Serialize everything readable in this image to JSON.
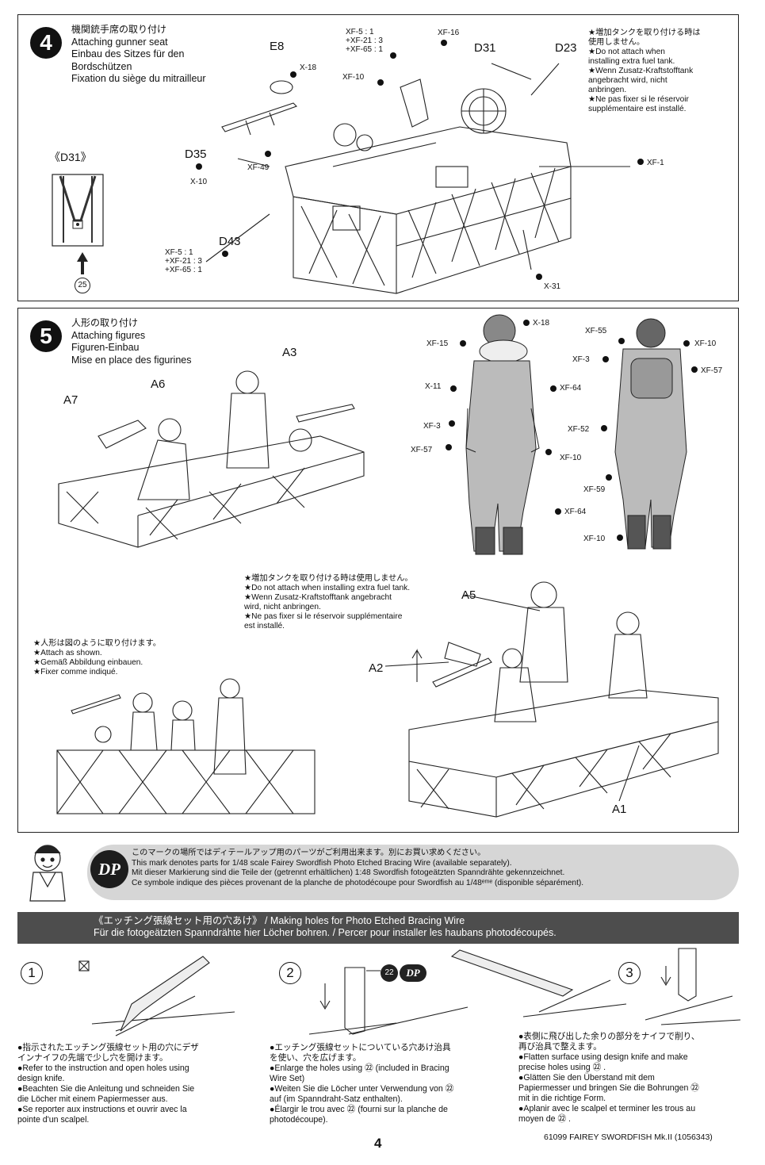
{
  "step4": {
    "number": "4",
    "title_jp": "機関銃手席の取り付け",
    "title_en": "Attaching gunner seat",
    "title_de1": "Einbau des Sitzes für den",
    "title_de2": "Bordschützen",
    "title_fr": "Fixation du siège du mitrailleur",
    "detail_label": "《D31》",
    "detail_ref": "25",
    "parts": {
      "e8": "E8",
      "d31": "D31",
      "d23": "D23",
      "d35": "D35",
      "d43": "D43"
    },
    "paint": {
      "xf5_mix_1": "XF-5 : 1",
      "xf21_mix_1": "+XF-21 : 3",
      "xf65_mix_1": "+XF-65 : 1",
      "xf16": "XF-16",
      "xf10": "XF-10",
      "x18": "X-18",
      "xf49": "XF-49",
      "x10": "X-10",
      "xf1": "XF-1",
      "x31": "X-31",
      "xf5_mix_2": "XF-5 : 1",
      "xf21_mix_2": "+XF-21 : 3",
      "xf65_mix_2": "+XF-65 : 1"
    },
    "note": [
      "★増加タンクを取り付ける時は",
      "使用しません。",
      "★Do not attach when",
      "installing extra fuel tank.",
      "★Wenn Zusatz-Kraftstofftank",
      "angebracht wird, nicht",
      "anbringen.",
      "★Ne pas fixer si le réservoir",
      "supplémentaire est installé."
    ]
  },
  "step5": {
    "number": "5",
    "title_jp": "人形の取り付け",
    "title_en": "Attaching figures",
    "title_de": "Figuren-Einbau",
    "title_fr": "Mise en place des figurines",
    "parts": {
      "a7": "A7",
      "a6": "A6",
      "a3": "A3",
      "a5": "A5",
      "a2": "A2",
      "a1": "A1"
    },
    "paint_left_fig": {
      "xf15": "XF-15",
      "x11": "X-11",
      "xf3": "XF-3",
      "xf57": "XF-57",
      "x18": "X-18",
      "xf64a": "XF-64",
      "xf10": "XF-10",
      "xf64b": "XF-64"
    },
    "paint_right_fig": {
      "xf55": "XF-55",
      "xf3": "XF-3",
      "xf10a": "XF-10",
      "xf57": "XF-57",
      "xf52": "XF-52",
      "xf59": "XF-59",
      "xf10b": "XF-10"
    },
    "note_fuel": [
      "★増加タンクを取り付ける時は使用しません。",
      "★Do not attach when installing extra fuel tank.",
      "★Wenn   Zusatz-Kraftstofftank   angebracht",
      "wird, nicht anbringen.",
      "★Ne  pas  fixer  si  le  réservoir  supplémentaire",
      "est installé."
    ],
    "note_attach": [
      "★人形は図のように取り付けます。",
      "★Attach as shown.",
      "★Gemäß Abbildung einbauen.",
      "★Fixer comme indiqué."
    ]
  },
  "dp_notice": {
    "badge": "DP",
    "lines": [
      "このマークの場所ではディテールアップ用のパーツがご利用出来ます。別にお買い求めください。",
      "This mark denotes parts for 1/48 scale Fairey Swordfish Photo Etched Bracing Wire  (available separately).",
      "Mit dieser Markierung sind die Teile der (getrennt erhältlichen) 1:48 Swordfish fotogeätzten Spanndrähte gekennzeichnet.",
      "Ce symbole indique des pièces provenant de la planche de photodécoupe pour Swordfish au 1/48ᵉᵐᵉ (disponible séparément)."
    ]
  },
  "holes_header": {
    "line1": "《エッチング張線セット用の穴あけ》  /  Making holes for Photo Etched Bracing Wire",
    "line2": "Für die fotogeätzten Spanndrähte hier Löcher bohren.  /  Percer pour installer les haubans photodécoupés."
  },
  "holes_steps": [
    {
      "num": "1",
      "text": [
        "●指示されたエッチング張線セット用の穴にデザ",
        "インナイフの先端で少し穴を開けます。",
        "●Refer to the instruction and open holes using",
        "design knife.",
        "●Beachten Sie die Anleitung und schneiden Sie",
        "die Löcher mit einem Papiermesser aus.",
        "●Se reporter aux instructions et ouvrir avec la",
        "pointe d'un scalpel."
      ]
    },
    {
      "num": "2",
      "ref": "22",
      "dp": "DP",
      "text": [
        "●エッチング張線セットについている穴あけ治具",
        "を使い、穴を広げます。",
        "●Enlarge the holes using ㉒ (included in Bracing",
        "Wire Set)",
        "●Weiten Sie die Löcher unter Verwendung von ㉒",
        "auf (im Spanndraht-Satz enthalten).",
        "●Élargir le trou avec ㉒ (fourni sur la planche de",
        "photodécoupe)."
      ]
    },
    {
      "num": "3",
      "text": [
        "●表側に飛び出した余りの部分をナイフで削り、",
        "再び治具で整えます。",
        "●Flatten  surface  using  design  knife  and  make",
        "precise holes using ㉒ .",
        "●Glätten   Sie   den   Überstand   mit   dem",
        "Papiermesser und bringen Sie die Bohrungen ㉒",
        "mit in die richtige Form.",
        "●Aplanir avec le scalpel et terminer les trous au",
        "moyen de ㉒ ."
      ]
    }
  ],
  "page_number": "4",
  "footer": "61099  FAIREY SWORDFISH Mk.II (1056343)"
}
